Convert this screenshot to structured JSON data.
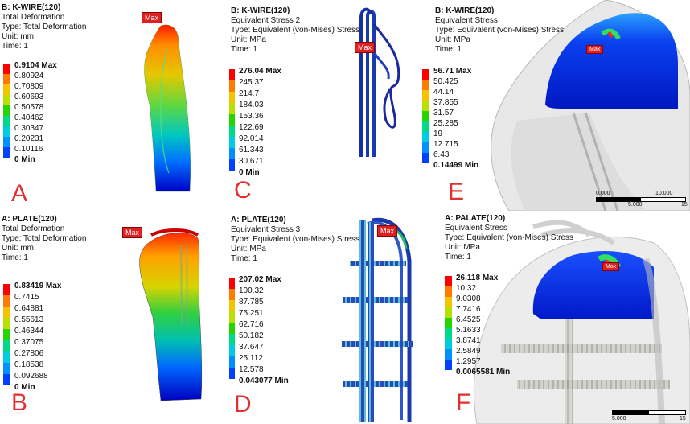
{
  "colors": {
    "legend_scale": [
      "#ff0000",
      "#ff7a00",
      "#f5c400",
      "#b8e000",
      "#28d400",
      "#00d88a",
      "#00cce0",
      "#0090ff",
      "#0040ff",
      "#0000d8"
    ],
    "letter": "#e03030",
    "max_tag": "#e02020"
  },
  "max_tag_text": "Max",
  "panels": [
    {
      "letter": "A",
      "title": "B: K-WIRE(120)",
      "subtitle": "Total Deformation",
      "type_line": "Type: Total Deformation",
      "unit_line": "Unit: mm",
      "time_line": "Time: 1",
      "legend": [
        "0.9104 Max",
        "0.80924",
        "0.70809",
        "0.60693",
        "0.50578",
        "0.40462",
        "0.30347",
        "0.20231",
        "0.10116",
        "0 Min"
      ]
    },
    {
      "letter": "B",
      "title": "A: PLATE(120)",
      "subtitle": "Total Deformation",
      "type_line": "Type: Total Deformation",
      "unit_line": "Unit: mm",
      "time_line": "Time: 1",
      "legend": [
        "0.83419 Max",
        "0.7415",
        "0.64881",
        "0.55613",
        "0.46344",
        "0.37075",
        "0.27806",
        "0.18538",
        "0.092688",
        "0 Min"
      ]
    },
    {
      "letter": "C",
      "title": "B: K-WIRE(120)",
      "subtitle": "Equivalent Stress 2",
      "type_line": "Type: Equivalent (von-Mises) Stress",
      "unit_line": "Unit: MPa",
      "time_line": "Time: 1",
      "legend": [
        "276.04 Max",
        "245.37",
        "214.7",
        "184.03",
        "153.36",
        "122.69",
        "92.014",
        "61.343",
        "30.671",
        "0 Min"
      ]
    },
    {
      "letter": "D",
      "title": "A: PLATE(120)",
      "subtitle": "Equivalent Stress 3",
      "type_line": "Type: Equivalent (von-Mises) Stress",
      "unit_line": "Unit: MPa",
      "time_line": "Time: 1",
      "legend": [
        "207.02 Max",
        "100.32",
        "87.785",
        "75.251",
        "62.716",
        "50.182",
        "37.647",
        "25.112",
        "12.578",
        "0.043077 Min"
      ]
    },
    {
      "letter": "E",
      "title": "B: K-WIRE(120)",
      "subtitle": "Equivalent Stress",
      "type_line": "Type: Equivalent (von-Mises) Stress",
      "unit_line": "Unit: MPa",
      "time_line": "Time: 1",
      "legend": [
        "56.71 Max",
        "50.425",
        "44.14",
        "37.855",
        "31.57",
        "25.285",
        "19",
        "12.715",
        "6.43",
        "0.14499 Min"
      ],
      "scale": [
        "0.000",
        "5.000",
        "10.000",
        "15"
      ]
    },
    {
      "letter": "F",
      "title": "A: PALATE(120)",
      "subtitle": "Equivalent Stress",
      "type_line": "Type: Equivalent (von-Mises) Stress",
      "unit_line": "Unit: MPa",
      "time_line": "Time: 1",
      "legend": [
        "26.118 Max",
        "10.32",
        "9.0308",
        "7.7416",
        "6.4525",
        "5.1633",
        "3.8741",
        "2.5849",
        "1.2957",
        "0.0065581 Min"
      ],
      "scale": [
        "5.000",
        "15"
      ]
    }
  ]
}
